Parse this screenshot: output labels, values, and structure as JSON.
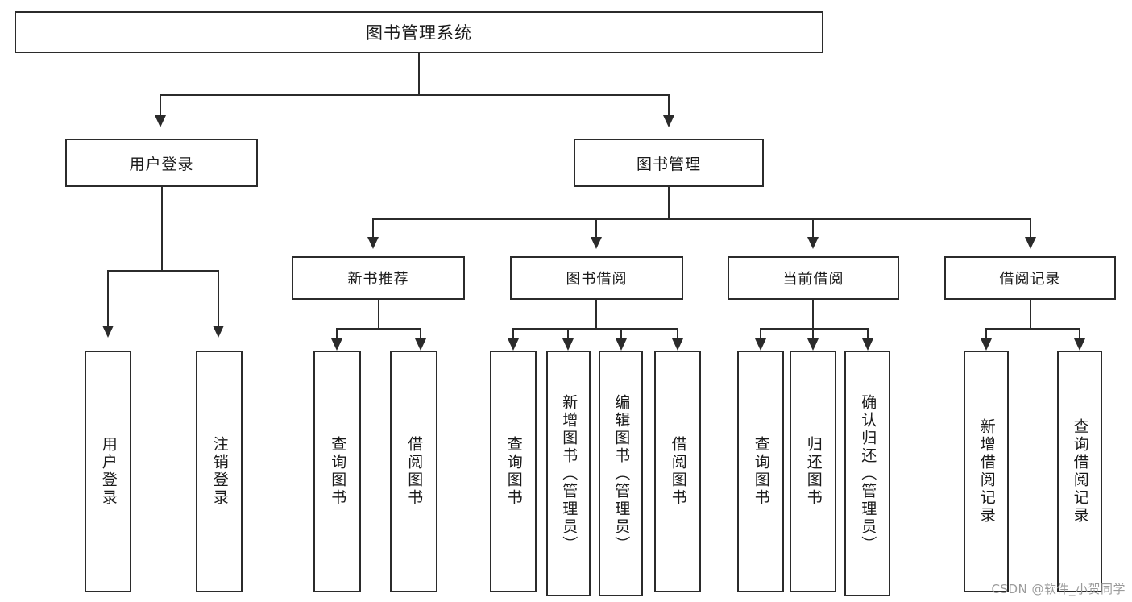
{
  "diagram": {
    "title": "图书管理系统",
    "type": "tree-hierarchy-diagram",
    "root": {
      "label": "图书管理系统"
    },
    "level2": [
      {
        "label": "用户登录"
      },
      {
        "label": "图书管理"
      }
    ],
    "level3": [
      {
        "label": "新书推荐"
      },
      {
        "label": "图书借阅"
      },
      {
        "label": "当前借阅"
      },
      {
        "label": "借阅记录"
      }
    ],
    "leaves": {
      "user_login": [
        {
          "label": "用户登录"
        },
        {
          "label": "注销登录"
        }
      ],
      "new_book_recommend": [
        {
          "label": "查询图书"
        },
        {
          "label": "借阅图书"
        }
      ],
      "book_borrow": [
        {
          "label": "查询图书"
        },
        {
          "label": "新增图书（管理员）"
        },
        {
          "label": "编辑图书（管理员）"
        },
        {
          "label": "借阅图书"
        }
      ],
      "current_borrow": [
        {
          "label": "查询图书"
        },
        {
          "label": "归还图书"
        },
        {
          "label": "确认归还（管理员）"
        }
      ],
      "borrow_record": [
        {
          "label": "新增借阅记录"
        },
        {
          "label": "查询借阅记录"
        }
      ]
    }
  },
  "watermark": {
    "text": "CSDN @软件_小贺同学"
  },
  "colors": {
    "stroke": "#2b2b2b",
    "text": "#1a1a1a",
    "background": "#ffffff",
    "watermark": "#9b9b9b"
  }
}
